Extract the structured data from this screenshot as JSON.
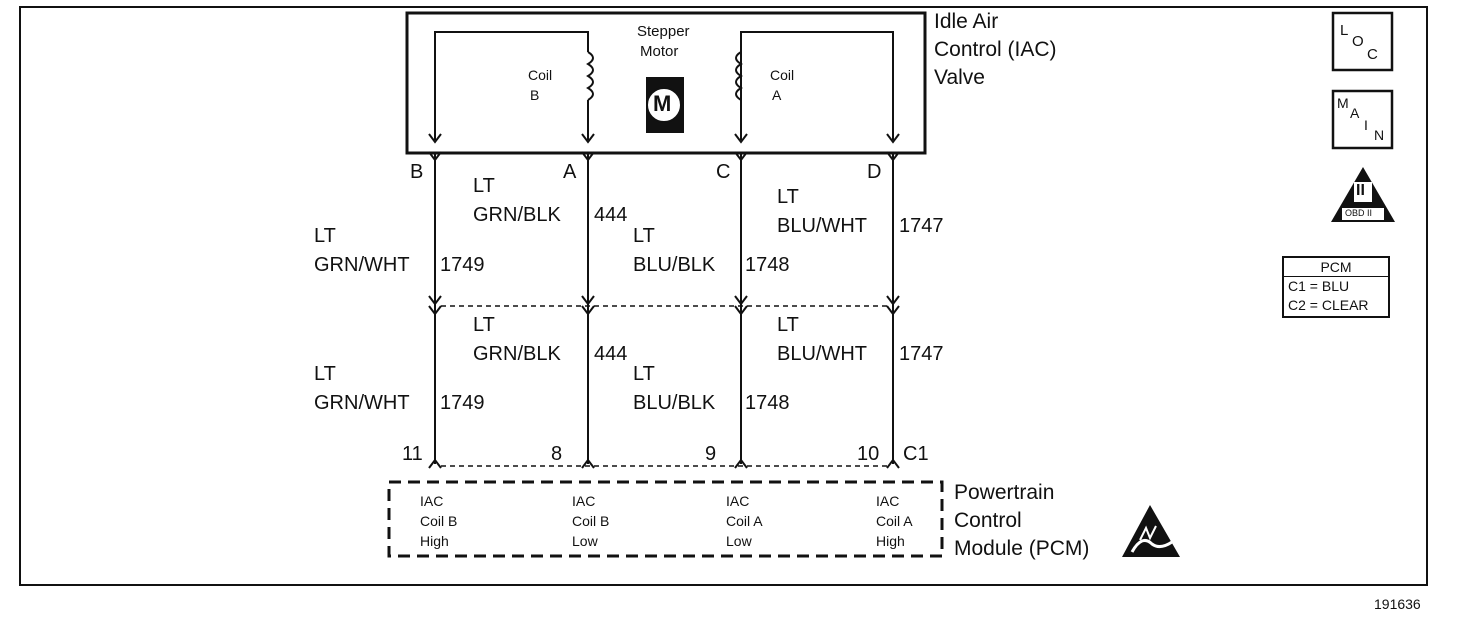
{
  "valve": {
    "title_lines": [
      "Idle Air",
      "Control (IAC)",
      "Valve"
    ],
    "stepper_motor": [
      "Stepper",
      "Motor"
    ],
    "motor_symbol": "M",
    "coil_b": [
      "Coil",
      "B"
    ],
    "coil_a": [
      "Coil",
      "A"
    ],
    "pins": [
      "B",
      "A",
      "C",
      "D"
    ]
  },
  "circuits": [
    {
      "color": [
        "LT",
        "GRN/WHT"
      ],
      "number": "1749"
    },
    {
      "color": [
        "LT",
        "GRN/BLK"
      ],
      "number": "444"
    },
    {
      "color": [
        "LT",
        "BLU/BLK"
      ],
      "number": "1748"
    },
    {
      "color": [
        "LT",
        "BLU/WHT"
      ],
      "number": "1747"
    }
  ],
  "pcm_connector": {
    "pins": [
      "11",
      "8",
      "9",
      "10"
    ],
    "connector_id": "C1"
  },
  "pcm": {
    "title_lines": [
      "Powertrain",
      "Control",
      "Module (PCM)"
    ],
    "terminals": [
      [
        "IAC",
        "Coil B",
        "High"
      ],
      [
        "IAC",
        "Coil B",
        "Low"
      ],
      [
        "IAC",
        "Coil A",
        "Low"
      ],
      [
        "IAC",
        "Coil A",
        "High"
      ]
    ]
  },
  "legend": {
    "loc": [
      "L",
      "O",
      "C"
    ],
    "main": [
      "M",
      "A",
      "I",
      "N"
    ],
    "obd": [
      "II",
      "OBD II"
    ],
    "pcm_box": {
      "header": "PCM",
      "rows": [
        "C1 = BLU",
        "C2 = CLEAR"
      ]
    }
  },
  "figure_number": "191636"
}
